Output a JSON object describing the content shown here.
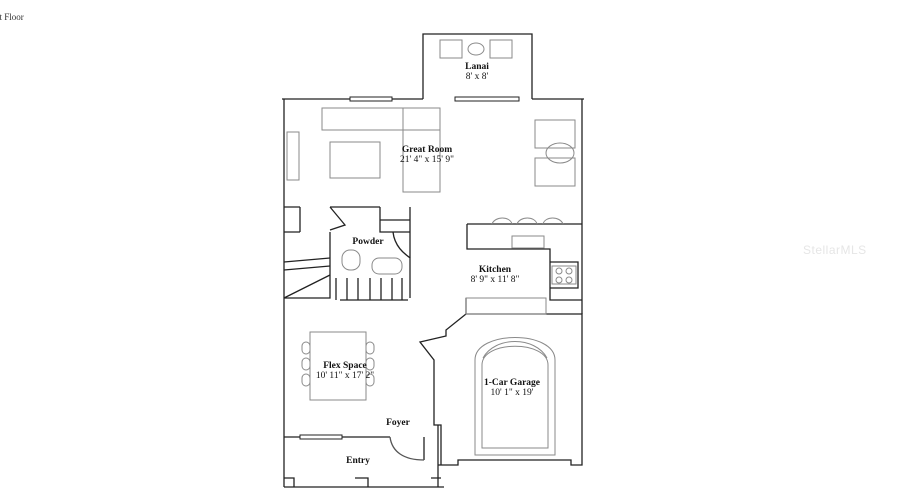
{
  "header": {
    "floor_label": "st Floor"
  },
  "watermark": "StellarMLS",
  "colors": {
    "wall": "#222222",
    "furniture": "#8a8a8a",
    "background": "#ffffff"
  },
  "rooms": [
    {
      "id": "lanai",
      "name": "Lanai",
      "dimensions": "8' x 8'"
    },
    {
      "id": "great-room",
      "name": "Great Room",
      "dimensions": "21' 4\" x 15' 9\""
    },
    {
      "id": "powder",
      "name": "Powder",
      "dimensions": ""
    },
    {
      "id": "kitchen",
      "name": "Kitchen",
      "dimensions": "8' 9\" x 11' 8\""
    },
    {
      "id": "flex-space",
      "name": "Flex Space",
      "dimensions": "10' 11\" x 17' 2\""
    },
    {
      "id": "garage",
      "name": "1-Car Garage",
      "dimensions": "10' 1\" x 19'"
    },
    {
      "id": "foyer",
      "name": "Foyer",
      "dimensions": ""
    },
    {
      "id": "entry",
      "name": "Entry",
      "dimensions": ""
    }
  ]
}
